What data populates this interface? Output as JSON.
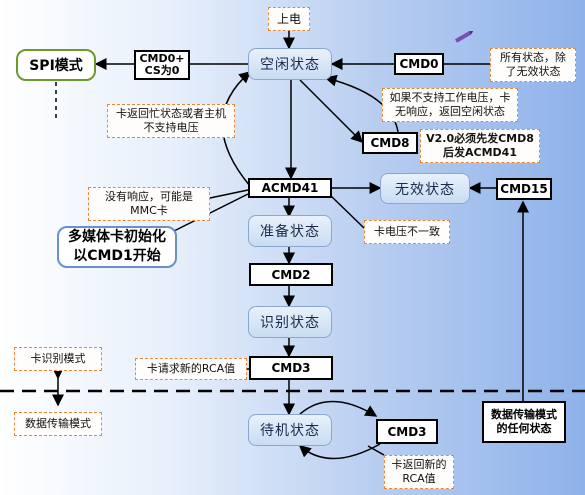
{
  "states": {
    "power_on": "上电",
    "idle": "空闲状态",
    "ready": "准备状态",
    "ident": "识别状态",
    "standby": "待机状态",
    "inactive": "无效状态",
    "spi": "SPI模式",
    "mmc_init": "多媒体卡初始化以CMD1开始"
  },
  "commands": {
    "cmd0_cs": "CMD0+ CS为0",
    "cmd0": "CMD0",
    "cmd8": "CMD8",
    "acmd41": "ACMD41",
    "cmd15": "CMD15",
    "cmd2": "CMD2",
    "cmd3_a": "CMD3",
    "cmd3_b": "CMD3",
    "data_any": "数据传输模式的任何状态"
  },
  "notes": {
    "all_states": "所有状态，除了无效状态",
    "busy": "卡返回忙状态或者主机不支持电压",
    "no_voltage": "如果不支持工作电压，卡无响应，返回空闲状态",
    "v20": "V2.0必须先发CMD8后发ACMD41",
    "no_response": "没有响应，可能是MMC卡",
    "volt_mismatch": "卡电压不一致",
    "rca_req": "卡请求新的RCA值",
    "rca_ret": "卡返回新的RCA值",
    "mode_ident": "卡识别模式",
    "mode_data": "数据传输模式"
  },
  "colors": {
    "note_border": "#e8863a",
    "spi_border": "#6b9a2c",
    "mmc_border": "#6a8fc9",
    "arrow": "#000000"
  }
}
